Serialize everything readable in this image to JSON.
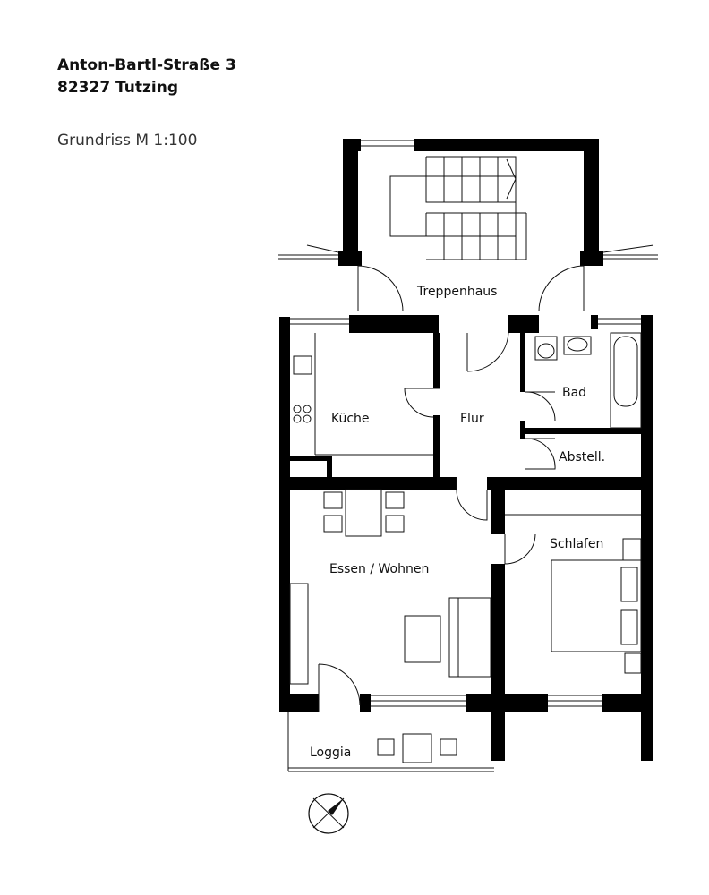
{
  "header": {
    "street": "Anton-Bartl-Straße 3",
    "city": "82327 Tutzing",
    "subtitle": "Grundriss M 1:100"
  },
  "rooms": {
    "treppenhaus": "Treppenhaus",
    "kueche": "Küche",
    "flur": "Flur",
    "bad": "Bad",
    "abstell": "Abstell.",
    "essen_wohnen": "Essen / Wohnen",
    "schlafen": "Schlafen",
    "loggia": "Loggia"
  },
  "colors": {
    "wall": "#000000",
    "line": "#111111",
    "background": "#ffffff"
  },
  "icons": {
    "north_arrow": "compass-north-icon"
  }
}
